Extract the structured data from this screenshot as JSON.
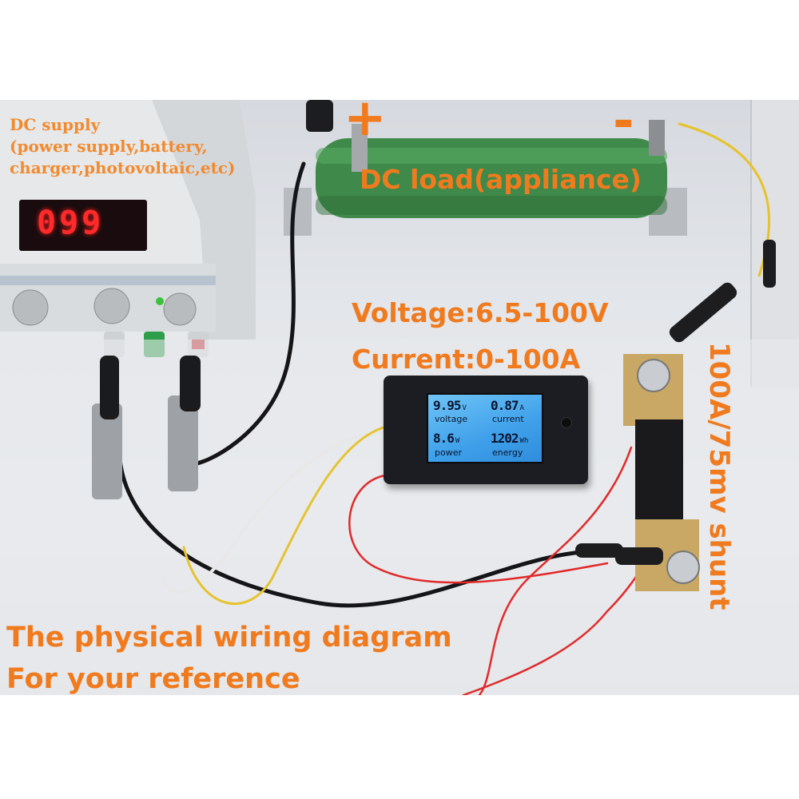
{
  "supply_label": {
    "line1": "DC supply",
    "line2": "(power supply,battery,",
    "line3": "charger,photovoltaic,etc)"
  },
  "supply_display": "099",
  "load": {
    "plus": "+",
    "minus": "-",
    "label": "DC load(appliance)"
  },
  "specs": {
    "voltage": "Voltage:6.5-100V",
    "current": "Current:0-100A"
  },
  "meter": {
    "voltage_value": "9.95",
    "voltage_unit": "V",
    "voltage_name": "voltage",
    "current_value": "0.87",
    "current_unit": "A",
    "current_name": "current",
    "power_value": "8.6",
    "power_unit": "W",
    "power_name": "power",
    "energy_value": "1202",
    "energy_unit": "Wh",
    "energy_name": "energy"
  },
  "shunt_label": "100A/75mv shunt",
  "caption": {
    "line1": "The physical wiring diagram",
    "line2": "For your reference"
  },
  "colors": {
    "label_orange": "#f07a1e",
    "lcd_blue": "#4aa8ee",
    "resistor_green": "#3f8a4a"
  }
}
